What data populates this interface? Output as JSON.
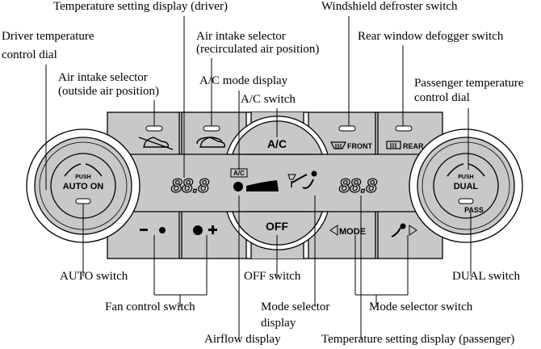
{
  "labels": {
    "temp_display_driver": "Temperature setting display (driver)",
    "windshield_defroster": "Windshield defroster switch",
    "driver_dial_1": "Driver temperature",
    "driver_dial_2": "control dial",
    "intake_recirc_1": "Air intake selector",
    "intake_recirc_2": "(recirculated air position)",
    "rear_defogger": "Rear window defogger switch",
    "intake_outside_1": "Air intake selector",
    "intake_outside_2": "(outside air position)",
    "ac_mode_display": "A/C mode display",
    "ac_switch": "A/C switch",
    "passenger_dial_1": "Passenger temperature",
    "passenger_dial_2": "control dial",
    "auto_switch": "AUTO switch",
    "off_switch": "OFF switch",
    "dual_switch": "DUAL switch",
    "fan_control": "Fan control switch",
    "mode_display_1": "Mode selector",
    "mode_display_2": "display",
    "mode_switch": "Mode selector switch",
    "airflow_display": "Airflow display",
    "temp_display_passenger": "Temperature setting display (passenger)"
  },
  "panel": {
    "ac": "A/C",
    "front": "FRONT",
    "rear": "REAR",
    "off": "OFF",
    "mode": "MODE",
    "temp_driver": "88.8",
    "temp_passenger": "88.8",
    "ac_indicator": "A/C",
    "left_push": "PUSH",
    "left_auto": "AUTO ON",
    "right_push": "PUSH",
    "right_dual": "DUAL",
    "pass": "PASS"
  },
  "colors": {
    "panel": "#c8c8c8",
    "line": "#000000"
  }
}
